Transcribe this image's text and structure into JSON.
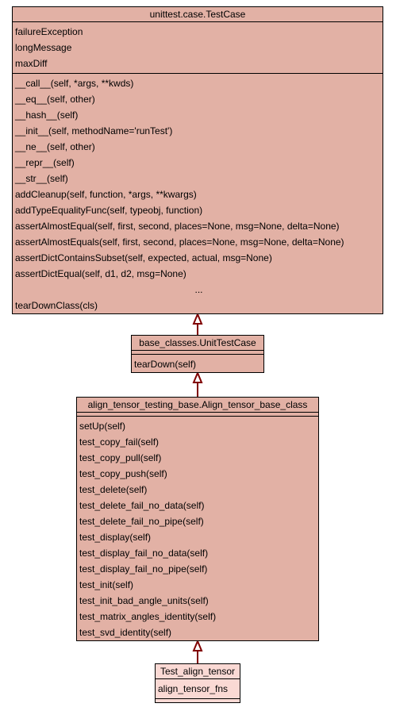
{
  "colors": {
    "class_fill": "#e2b1a5",
    "leaf_fill": "#fad9d4",
    "border": "#000000",
    "arrow": "#800000"
  },
  "testcase": {
    "title": "unittest.case.TestCase",
    "attributes": [
      "failureException",
      "longMessage",
      "maxDiff"
    ],
    "methods": [
      "__call__(self, *args, **kwds)",
      "__eq__(self, other)",
      "__hash__(self)",
      "__init__(self, methodName='runTest')",
      "__ne__(self, other)",
      "__repr__(self)",
      "__str__(self)",
      "addCleanup(self, function, *args, **kwargs)",
      "addTypeEqualityFunc(self, typeobj, function)",
      "assertAlmostEqual(self, first, second, places=None, msg=None, delta=None)",
      "assertAlmostEquals(self, first, second, places=None, msg=None, delta=None)",
      "assertDictContainsSubset(self, expected, actual, msg=None)",
      "assertDictEqual(self, d1, d2, msg=None)",
      "...",
      "tearDownClass(cls)"
    ]
  },
  "unittestcase": {
    "title": "base_classes.UnitTestCase",
    "methods": [
      "tearDown(self)"
    ]
  },
  "basecls": {
    "title": "align_tensor_testing_base.Align_tensor_base_class",
    "methods": [
      "setUp(self)",
      "test_copy_fail(self)",
      "test_copy_pull(self)",
      "test_copy_push(self)",
      "test_delete(self)",
      "test_delete_fail_no_data(self)",
      "test_delete_fail_no_pipe(self)",
      "test_display(self)",
      "test_display_fail_no_data(self)",
      "test_display_fail_no_pipe(self)",
      "test_init(self)",
      "test_init_bad_angle_units(self)",
      "test_matrix_angles_identity(self)",
      "test_svd_identity(self)"
    ]
  },
  "leaf": {
    "title": "Test_align_tensor",
    "attributes": [
      "align_tensor_fns"
    ]
  }
}
